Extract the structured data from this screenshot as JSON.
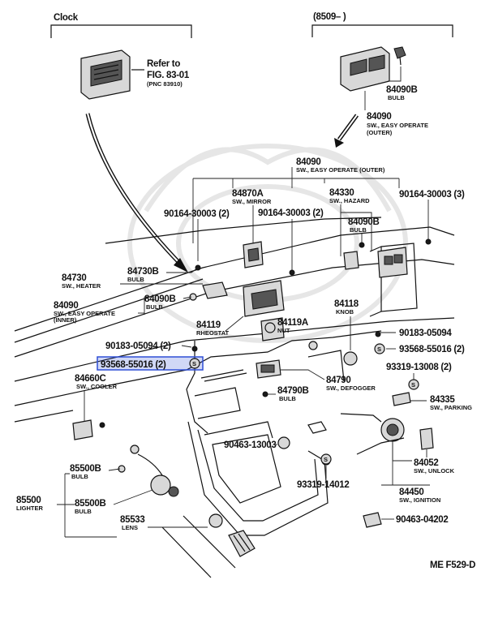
{
  "diagram": {
    "header_left": "Clock",
    "header_right": "(8509–        )",
    "refer_to": "Refer to",
    "fig_ref": "FIG. 83-01",
    "pnc_ref": "(PNC 83910)",
    "footer_code": "ME  F529-D",
    "highlight_color": "#2f4fd6",
    "parts": {
      "p84090b_top": {
        "pn": "84090B",
        "label": "BULB"
      },
      "p84090_outer": {
        "pn": "84090",
        "label": "SW., EASY OPERATE",
        "label2": "(OUTER)"
      },
      "p84090_outer_top": {
        "pn": "84090",
        "label": "SW., EASY OPERATE (OUTER)"
      },
      "p84870a": {
        "pn": "84870A",
        "label": "SW., MIRROR"
      },
      "p84330": {
        "pn": "84330",
        "label": "SW., HAZARD"
      },
      "p90164_right": {
        "pn": "90164-30003 (3)"
      },
      "p90164_left": {
        "pn": "90164-30003 (2)"
      },
      "p90164_mid": {
        "pn": "90164-30003 (2)"
      },
      "p84090b_mid": {
        "pn": "84090B",
        "label": "BULB"
      },
      "p84730": {
        "pn": "84730",
        "label": "SW., HEATER"
      },
      "p84730b": {
        "pn": "84730B",
        "label": "BULB"
      },
      "p84090_inner": {
        "pn": "84090",
        "label": "SW., EASY OPERATE",
        "label2": "(INNER)"
      },
      "p84090b_left": {
        "pn": "84090B",
        "label": "BULB"
      },
      "p84119": {
        "pn": "84119",
        "label": "RHEOSTAT"
      },
      "p84119a": {
        "pn": "84119A",
        "label": "NUT"
      },
      "p84118": {
        "pn": "84118",
        "label": "KNOB"
      },
      "p90183_right": {
        "pn": "90183-05094"
      },
      "p90183_left": {
        "pn": "90183-05094 (2)"
      },
      "p93568_right": {
        "pn": "93568-55016 (2)"
      },
      "p93568_left": {
        "pn": "93568-55016 (2)"
      },
      "p84660c": {
        "pn": "84660C",
        "label": "SW., COOLER"
      },
      "p93319_13008": {
        "pn": "93319-13008 (2)"
      },
      "p84790": {
        "pn": "84790",
        "label": "SW., DEFOGGER"
      },
      "p84790b": {
        "pn": "84790B",
        "label": "BULB"
      },
      "p84335": {
        "pn": "84335",
        "label": "SW., PARKING"
      },
      "p90463_13003": {
        "pn": "90463-13003"
      },
      "p84052": {
        "pn": "84052",
        "label": "SW., UNLOCK"
      },
      "p85500b_a": {
        "pn": "85500B",
        "label": "BULB"
      },
      "p85500": {
        "pn": "85500",
        "label": "LIGHTER"
      },
      "p85500b_b": {
        "pn": "85500B",
        "label": "BULB"
      },
      "p93319_14012": {
        "pn": "93319-14012"
      },
      "p84450": {
        "pn": "84450",
        "label": "SW., IGNITION"
      },
      "p85533": {
        "pn": "85533",
        "label": "LENS"
      },
      "p90463_04202": {
        "pn": "90463-04202"
      }
    }
  }
}
